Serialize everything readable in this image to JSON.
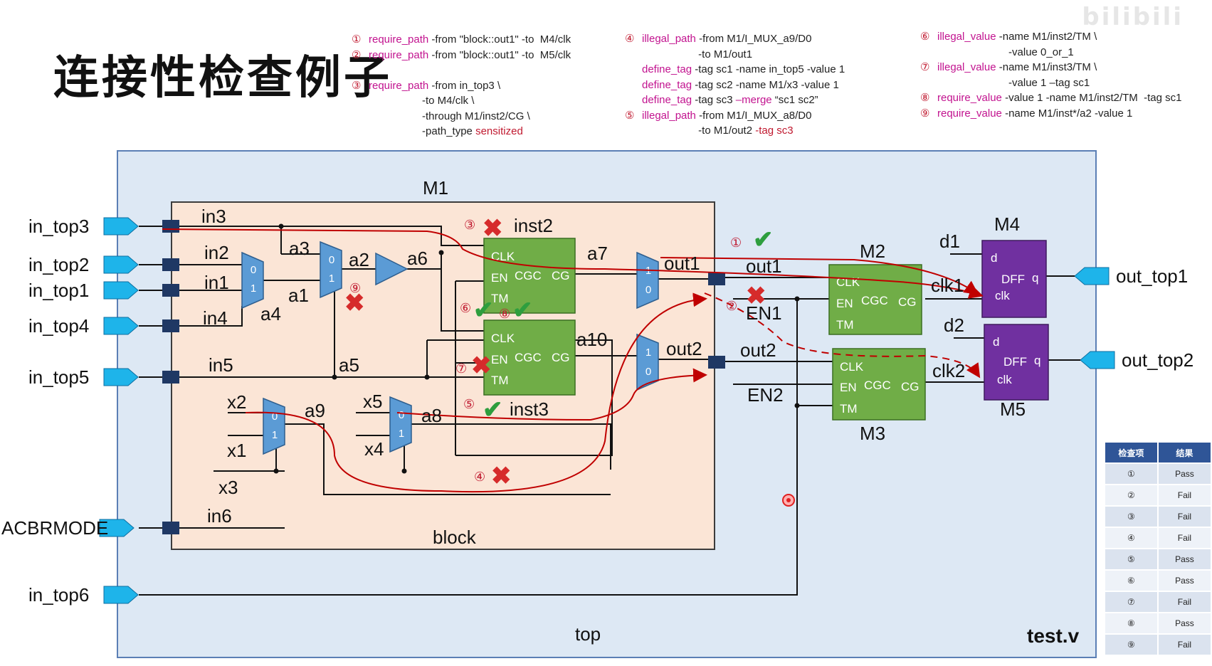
{
  "title": "连接性检查例子",
  "watermark": "bilibili",
  "commands_col1": [
    {
      "num": "①",
      "kw": "require_path",
      "rest": " -from \"block::out1\" -to  M4/clk",
      "tail": ""
    },
    {
      "num": "②",
      "kw": "require_path",
      "rest": " -from \"block::out1\" -to  M5/clk",
      "tail": ""
    },
    {
      "num": "",
      "kw": "",
      "rest": "",
      "tail": ""
    },
    {
      "num": "③",
      "kw": "require_path",
      "rest": " -from in_top3 \\",
      "tail": ""
    },
    {
      "num": "",
      "kw": "",
      "rest": "                  -to M4/clk \\",
      "tail": ""
    },
    {
      "num": "",
      "kw": "",
      "rest": "                  -through M1/inst2/CG \\",
      "tail": ""
    },
    {
      "num": "",
      "kw": "",
      "rest": "                  -path_type ",
      "tail": "sensitized"
    }
  ],
  "commands_col2": [
    {
      "num": "④",
      "kw": "illegal_path",
      "rest": " -from M1/I_MUX_a9/D0",
      "kw2": "",
      "tail": ""
    },
    {
      "num": "",
      "kw": "",
      "rest": "                   -to M1/out1",
      "kw2": "",
      "tail": ""
    },
    {
      "num": "",
      "kw": "define_tag",
      "rest": " -tag sc1 -name in_top5 -value 1",
      "kw2": "",
      "tail": ""
    },
    {
      "num": "",
      "kw": "define_tag",
      "rest": " -tag sc2 -name M1/x3 -value 1",
      "kw2": "",
      "tail": ""
    },
    {
      "num": "",
      "kw": "define_tag",
      "rest": " -tag sc3 ",
      "kw2": "–merge",
      "tail": " “sc1 sc2”"
    },
    {
      "num": "⑤",
      "kw": "illegal_path",
      "rest": " -from M1/I_MUX_a8/D0",
      "kw2": "",
      "tail": ""
    },
    {
      "num": "",
      "kw": "",
      "rest": "                   -to M1/out2 ",
      "kw2": "-tag sc3",
      "tail": ""
    }
  ],
  "commands_col3": [
    {
      "num": "⑥",
      "kw": "illegal_value",
      "rest": " -name M1/inst2/TM \\"
    },
    {
      "num": "",
      "kw": "",
      "rest": "                        -value 0_or_1"
    },
    {
      "num": "⑦",
      "kw": "illegal_value",
      "rest": " -name M1/inst3/TM \\"
    },
    {
      "num": "",
      "kw": "",
      "rest": "                        -value 1 –tag sc1"
    },
    {
      "num": "⑧",
      "kw": "require_value",
      "rest": " -value 1 -name M1/inst2/TM  -tag sc1"
    },
    {
      "num": "⑨",
      "kw": "require_value",
      "rest": " -name M1/inst*/a2 -value 1"
    }
  ],
  "diagram": {
    "top_label": "top",
    "file_label": "test.v",
    "m1_label": "M1",
    "block_label": "block",
    "ports_in": [
      "in_top3",
      "in_top2",
      "in_top1",
      "in_top4",
      "in_top5",
      "ACBRMODE",
      "in_top6"
    ],
    "ports_out": [
      "out_top1",
      "out_top2"
    ],
    "m1_inputs": [
      "in3",
      "in2",
      "in1",
      "in4",
      "in5",
      "in6"
    ],
    "nets": [
      "a1",
      "a2",
      "a3",
      "a4",
      "a5",
      "a6",
      "a7",
      "a8",
      "a9",
      "a10",
      "x1",
      "x2",
      "x3",
      "x4",
      "x5"
    ],
    "m1_outputs": [
      "out1",
      "out2"
    ],
    "top_nets": [
      "out1",
      "EN1",
      "out2",
      "EN2",
      "clk1",
      "clk2",
      "d1",
      "d2"
    ],
    "inst2": "inst2",
    "inst3": "inst3",
    "m2": "M2",
    "m3": "M3",
    "m4": "M4",
    "m5": "M5",
    "cgc_pins": [
      "CLK",
      "EN",
      "CGC",
      "CG",
      "TM"
    ],
    "dff_pins": [
      "d",
      "DFF",
      "q",
      "clk"
    ],
    "mux_pins": [
      "0",
      "1"
    ],
    "markers": [
      "①",
      "②",
      "③",
      "④",
      "⑤",
      "⑥",
      "⑦",
      "⑧",
      "⑨"
    ],
    "colors": {
      "top_bg": "#dde8f4",
      "block_bg": "#fbe5d6",
      "cgc": "#70ad47",
      "dff": "#7030a0",
      "mux": "#4a90d9",
      "port": "#1eb4ea",
      "path": "#c00000",
      "pass": "#2e9e3e",
      "fail": "#d62b2b"
    }
  },
  "results": {
    "headers": [
      "检查项",
      "结果"
    ],
    "rows": [
      [
        "①",
        "Pass"
      ],
      [
        "②",
        "Fail"
      ],
      [
        "③",
        "Fail"
      ],
      [
        "④",
        "Fail"
      ],
      [
        "⑤",
        "Pass"
      ],
      [
        "⑥",
        "Pass"
      ],
      [
        "⑦",
        "Fail"
      ],
      [
        "⑧",
        "Pass"
      ],
      [
        "⑨",
        "Fail"
      ]
    ]
  }
}
